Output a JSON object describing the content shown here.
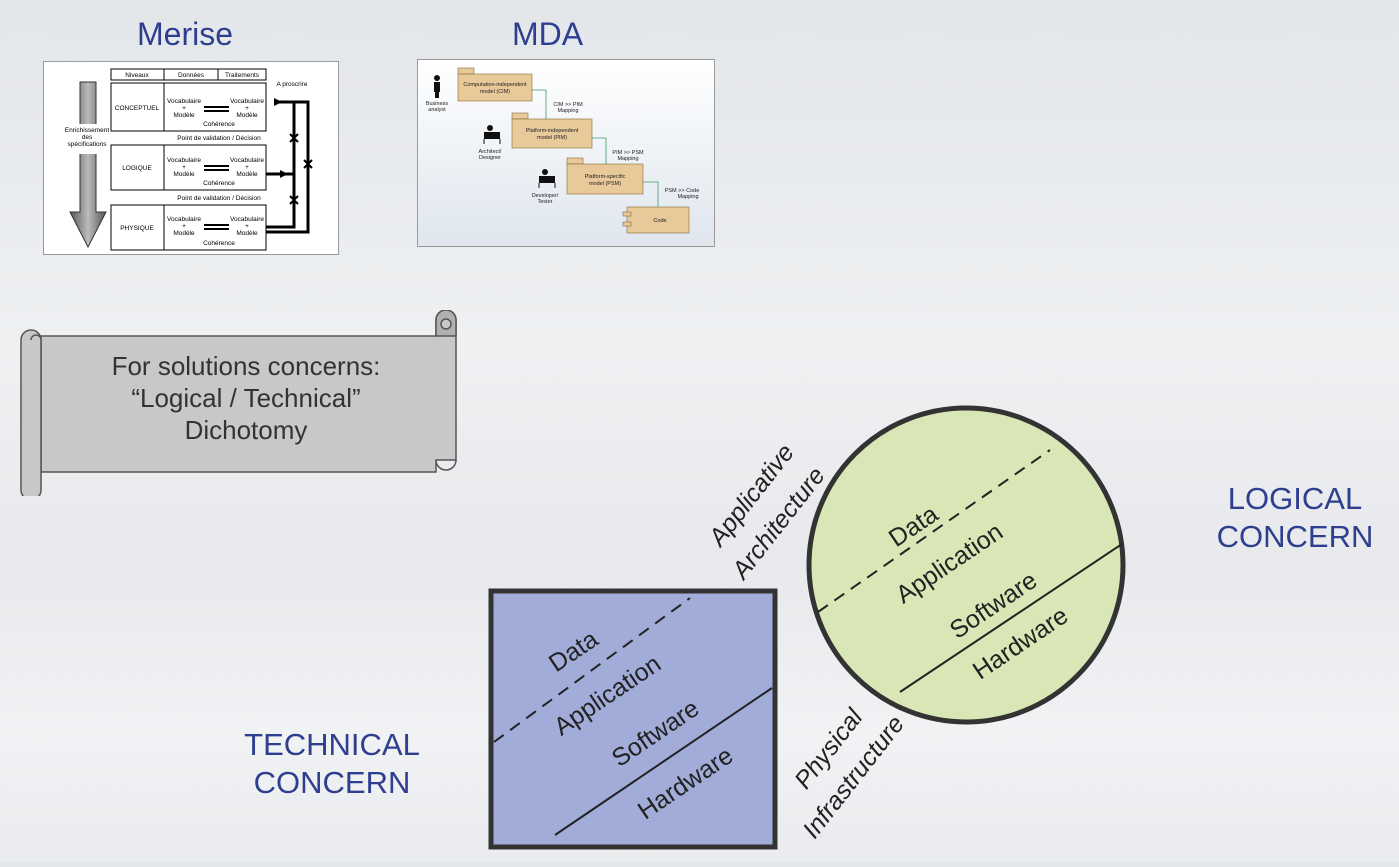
{
  "headings": {
    "merise": "Merise",
    "mda": "MDA"
  },
  "merise_diagram": {
    "col_headers": [
      "Niveaux",
      "Données",
      "Traitements"
    ],
    "side_note": "A proscrire",
    "arrow_label": [
      "Enrichissement",
      "des",
      "spécifications"
    ],
    "levels": [
      {
        "name": "CONCEPTUEL",
        "left": [
          "Vocabulaire",
          "+",
          "Modèle"
        ],
        "right": [
          "Vocabulaire",
          "+",
          "Modèle"
        ],
        "coherence": "Cohérence"
      },
      {
        "name": "LOGIQUE",
        "left": [
          "Vocabulaire",
          "+",
          "Modèle"
        ],
        "right": [
          "Vocabulaire",
          "+",
          "Modèle"
        ],
        "coherence": "Cohérence"
      },
      {
        "name": "PHYSIQUE",
        "left": [
          "Vocabulaire",
          "+",
          "Modèle"
        ],
        "right": [
          "Vocabulaire",
          "+",
          "Modèle"
        ],
        "coherence": "Cohérence"
      }
    ],
    "validation_points": [
      "Point de validation / Décision",
      "Point de validation / Décision"
    ]
  },
  "mda_diagram": {
    "roles": [
      [
        "Business",
        "analyst"
      ],
      [
        "Architect/",
        "Designer"
      ],
      [
        "Developer/",
        "Tester"
      ]
    ],
    "models": [
      [
        "Computation-independent",
        "model (CIM)"
      ],
      [
        "Platform-independent",
        "model (PIM)"
      ],
      [
        "Platform-specific",
        "model (PSM)"
      ]
    ],
    "code_label": "Code",
    "mappings": [
      [
        "CIM >> PIM",
        "Mapping"
      ],
      [
        "PIM >> PSM",
        "Mapping"
      ],
      [
        "PSM >> Code",
        "Mapping"
      ]
    ]
  },
  "scroll": {
    "line1": "For solutions concerns:",
    "line2": "“Logical / Technical”",
    "line3": "Dichotomy"
  },
  "technical_concern": {
    "line1": "TECHNICAL",
    "line2": "CONCERN"
  },
  "logical_concern": {
    "line1": "LOGICAL",
    "line2": "CONCERN"
  },
  "square_layers": [
    "Data",
    "Application",
    "Software",
    "Hardware"
  ],
  "circle_layers": [
    "Data",
    "Application",
    "Software",
    "Hardware"
  ],
  "applicative_arch": {
    "line1": "Applicative",
    "line2": "Architecture"
  },
  "physical_infra": {
    "line1": "Physical",
    "line2": "Infrastructure"
  },
  "colors": {
    "heading": "#2f3f8f",
    "square_fill": "#a2acd8",
    "circle_fill": "#d9e6b5",
    "scroll_fill": "#c8c8c8"
  }
}
